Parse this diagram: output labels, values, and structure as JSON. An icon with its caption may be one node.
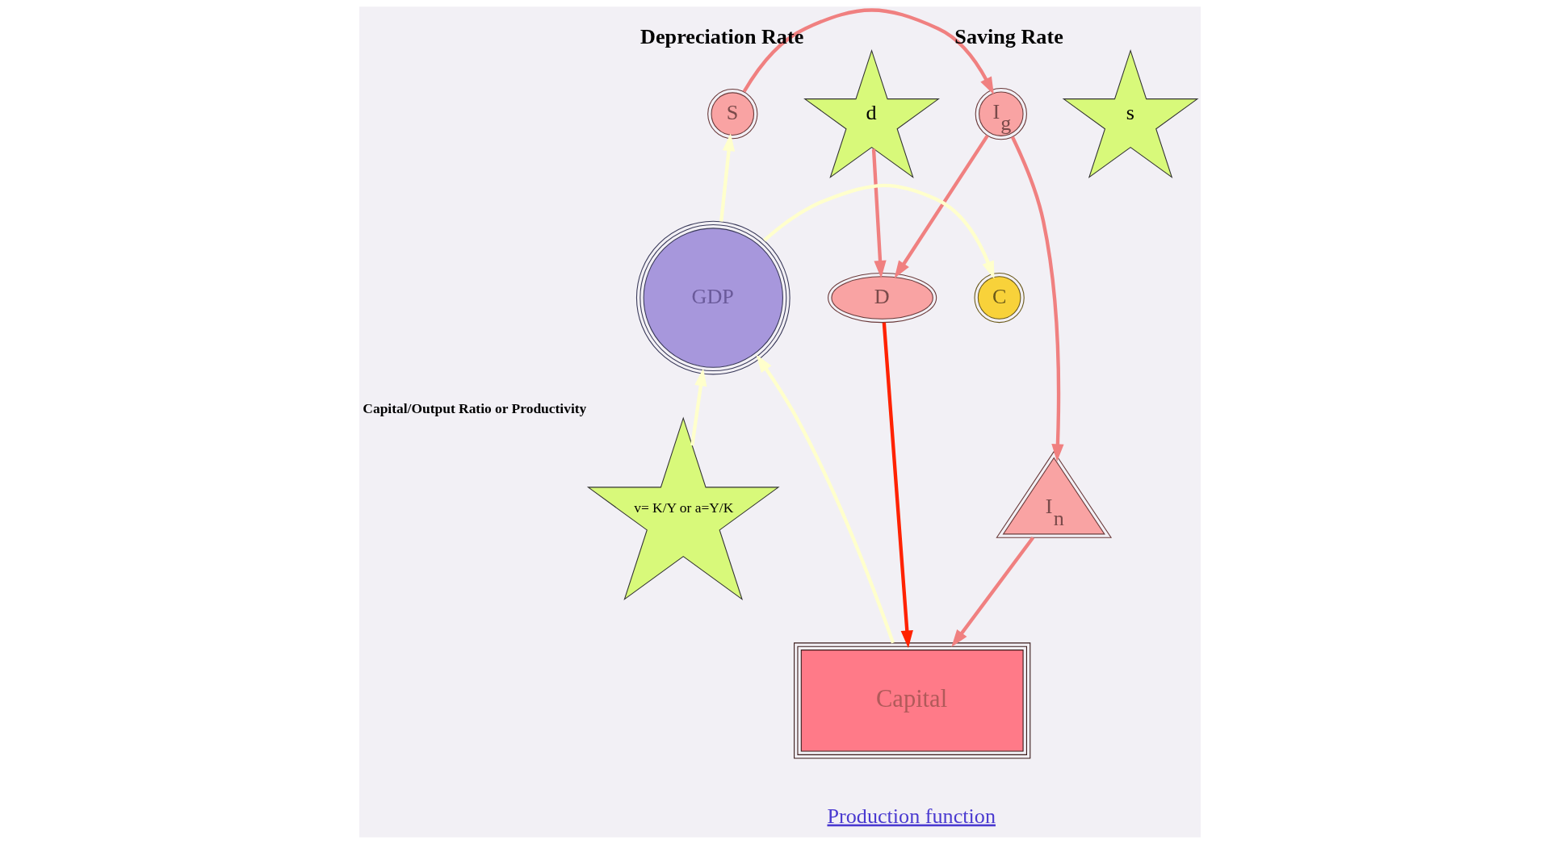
{
  "diagram": {
    "nodes": [
      {
        "text": [
          "I$_{g}$"
        ]
      },
      {
        "text": [
          "S"
        ]
      },
      {
        "text": [
          "s"
        ],
        "beside": [
          "Saving Rate"
        ]
      },
      {
        "text": [
          "d"
        ],
        "beside": [
          "Depreciation Rate"
        ]
      },
      {
        "text": [
          "D"
        ]
      },
      {
        "text": [
          "C"
        ]
      },
      {
        "text": [
          "GDP"
        ]
      },
      {
        "text": [
          "I$_{n}$"
        ]
      },
      {
        "text": [
          "v= K/Y or a=Y/K"
        ],
        "beside": [
          "Capital/Output Ratio or Productivity"
        ]
      },
      {
        "text": [
          "Capital"
        ]
      }
    ],
    "edges": [
      {
        "from": 1,
        "to": 0,
        "arrow": "to"
      },
      {
        "from": 3,
        "to": 4,
        "arrow": "to"
      },
      {
        "from": 0,
        "to": 4,
        "arrow": "to"
      },
      {
        "from": 0,
        "to": 7,
        "arrow": "to"
      },
      {
        "from": 6,
        "to": 1,
        "arrow": "to",
        "color": "#ffffcc"
      },
      {
        "from": 6,
        "to": 5,
        "arrow": "to",
        "color": "#ffffcc"
      },
      {
        "from": 8,
        "to": 6,
        "arrow": "to",
        "color": "#ffffcc"
      },
      {
        "from": 7,
        "to": 9,
        "arrow": "to"
      },
      {
        "from": 4,
        "to": 9,
        "arrow": "to",
        "color": "#ff2200"
      },
      {
        "from": 9,
        "to": 6,
        "arrow": "to",
        "color": "#ffffcc"
      }
    ],
    "labels": [
      "Production function"
    ]
  }
}
